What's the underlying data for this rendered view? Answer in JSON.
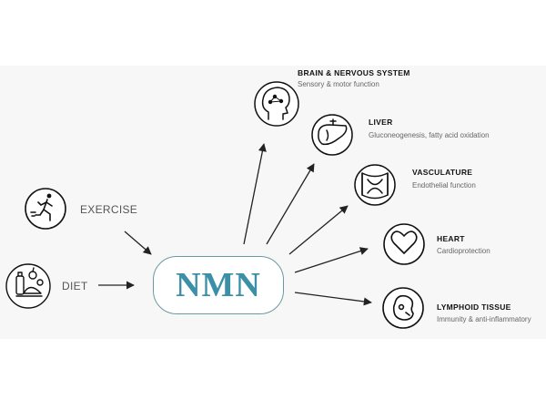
{
  "center": {
    "label": "NMN"
  },
  "inputs": [
    {
      "label": "EXERCISE",
      "icon": "runner-icon"
    },
    {
      "label": "DIET",
      "icon": "food-icon"
    }
  ],
  "targets": [
    {
      "title": "BRAIN & NERVOUS SYSTEM",
      "subtitle": "Sensory & motor function",
      "icon": "brain-icon"
    },
    {
      "title": "LIVER",
      "subtitle": "Gluconeogenesis, fatty acid oxidation",
      "icon": "liver-icon"
    },
    {
      "title": "VASCULATURE",
      "subtitle": "Endothelial function",
      "icon": "vasculature-icon"
    },
    {
      "title": "HEART",
      "subtitle": "Cardioprotection",
      "icon": "heart-icon"
    },
    {
      "title": "LYMPHOID TISSUE",
      "subtitle": "Immunity & anti-inflammatory",
      "icon": "lymphoid-icon"
    }
  ],
  "colors": {
    "accent": "#3b8fa7",
    "box_border": "#6a9aa0",
    "icon_stroke": "#111111",
    "panel": "#f7f7f7"
  }
}
